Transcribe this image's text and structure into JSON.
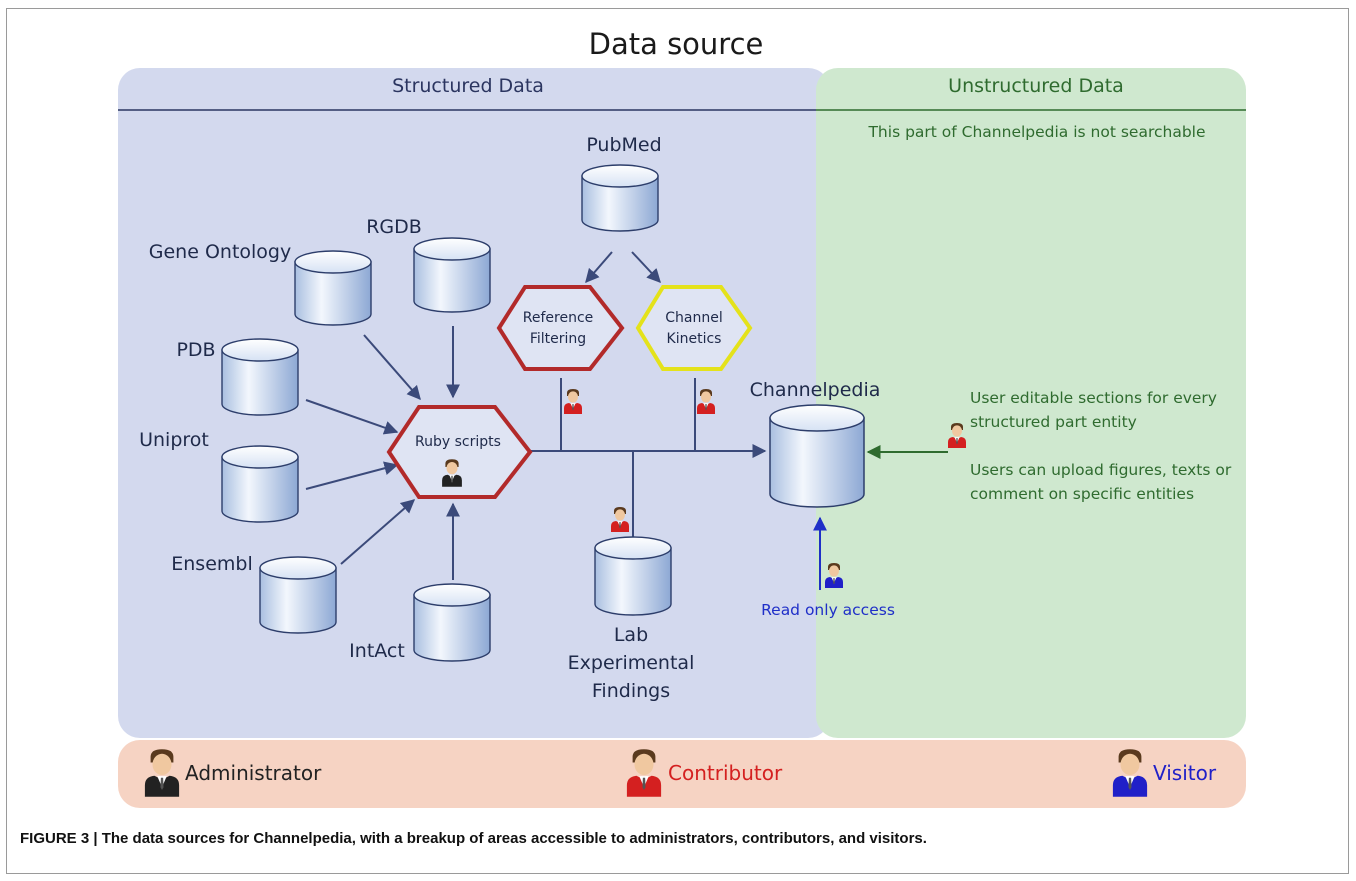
{
  "title": "Data source",
  "panels": {
    "structured": "Structured Data",
    "unstructured": "Unstructured Data",
    "unstructured_note": "This part of Channelpedia is not searchable"
  },
  "sources": {
    "pubmed": "PubMed",
    "rgdb": "RGDB",
    "gene_ontology": "Gene Ontology",
    "pdb": "PDB",
    "uniprot": "Uniprot",
    "ensembl": "Ensembl",
    "intact": "IntAct",
    "lab_line1": "Lab",
    "lab_line2": "Experimental",
    "lab_line3": "Findings",
    "channelpedia": "Channelpedia"
  },
  "processes": {
    "reference_line1": "Reference",
    "reference_line2": "Filtering",
    "kinetics_line1": "Channel",
    "kinetics_line2": "Kinetics",
    "ruby": "Ruby scripts"
  },
  "user_notes": {
    "editable_line1": "User editable sections for every",
    "editable_line2": "structured part entity",
    "upload_line1": "Users can upload figures, texts or",
    "upload_line2": "comment on specific entities",
    "read_only": "Read only access"
  },
  "legend": {
    "administrator": "Administrator",
    "contributor": "Contributor",
    "visitor": "Visitor"
  },
  "caption": "FIGURE 3 | The data sources for Channelpedia, with a breakup of areas accessible to administrators, contributors, and visitors.",
  "colors": {
    "structured_bg": "#d3d9ee",
    "unstructured_bg": "#cfe8cf",
    "legend_bg": "#f6d3c3",
    "arrow": "#3b4a7a",
    "green_arrow": "#2f6b2f",
    "blue_arrow": "#1f2fc8",
    "admin": "#222222",
    "contributor": "#d42020",
    "visitor": "#2020c8",
    "reference_border": "#b22a2a",
    "kinetics_border": "#e4e21a"
  }
}
